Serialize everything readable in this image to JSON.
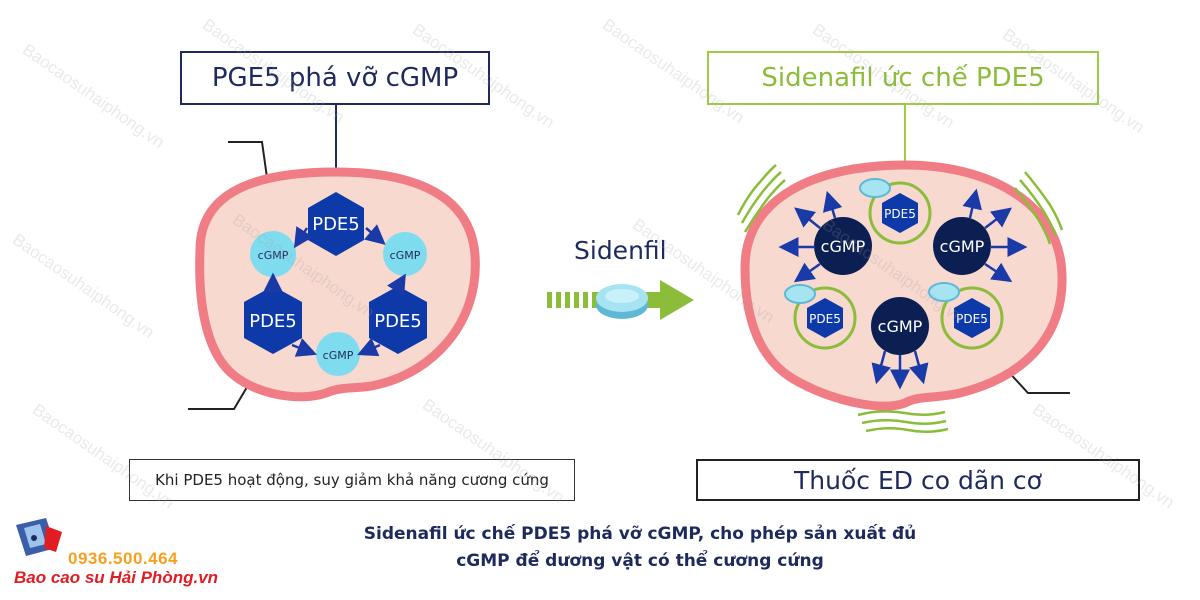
{
  "left_panel": {
    "title": "PGE5 phá vỡ cGMP",
    "caption": "Khi PDE5 hoạt động, suy giảm khả năng cương cứng",
    "pde5_label": "PDE5",
    "cgmp_label": "cGMP"
  },
  "middle": {
    "label": "Sidenfil"
  },
  "right_panel": {
    "title": "Sidenafil ức chế PDE5",
    "caption": "Thuốc ED co dãn cơ",
    "pde5_label": "PDE5",
    "cgmp_label": "cGMP"
  },
  "bottom_caption": {
    "line1": "Sidenafil ức chế PDE5 phá vỡ cGMP, cho phép sản xuất đủ",
    "line2": "cGMP để dương vật có thể cương cứng"
  },
  "brand": {
    "phone": "0936.500.464",
    "name": "Bao cao su Hải Phòng.vn"
  },
  "watermark": "Baocaosuhaiphong.vn",
  "colors": {
    "navy": "#1f2a5c",
    "hexagon_blue": "#0d3aa8",
    "cgmp_cyan": "#7fdcef",
    "cgmp_dark": "#0c1f52",
    "tissue_fill": "#f7d9cf",
    "tissue_outline": "#f07d86",
    "green": "#8bbd3a"
  }
}
